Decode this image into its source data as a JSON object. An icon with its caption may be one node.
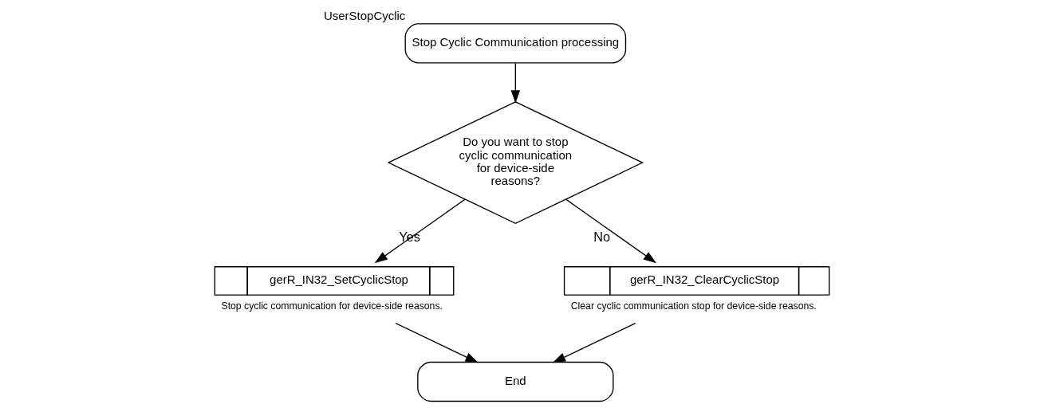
{
  "diagram": {
    "nodes": [
      {
        "text": [
          "Stop Cyclic Communication processing"
        ],
        "beside": [
          "UserStopCyclic"
        ]
      },
      {
        "text": [
          "Do you want to stop cyclic communication for device-side reasons?"
        ]
      },
      {
        "text": [
          "gerR_IN32_SetCyclicStop"
        ],
        "beside": [
          "Stop cyclic communication for device-side reasons."
        ]
      },
      {
        "text": [
          "gerR_IN32_ClearCyclicStop"
        ],
        "beside": [
          "Clear cyclic communication stop for device-side reasons."
        ]
      },
      {
        "text": [
          "End"
        ]
      }
    ],
    "edges": [
      {
        "from": 0,
        "to": 1,
        "arrow": "to"
      },
      {
        "from": 1,
        "to": 2,
        "arrow": "to",
        "label": "Yes"
      },
      {
        "from": 1,
        "to": 3,
        "arrow": "to",
        "label": "No"
      },
      {
        "from": 2,
        "to": 4,
        "arrow": "to"
      },
      {
        "from": 3,
        "to": 4,
        "arrow": "to"
      }
    ]
  }
}
